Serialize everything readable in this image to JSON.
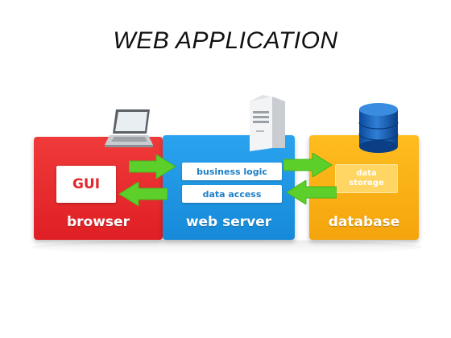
{
  "title": "WEB APPLICATION",
  "diagram": {
    "browser": {
      "label": "browser",
      "gui_label": "GUI",
      "color": "#e2262b"
    },
    "web_server": {
      "label": "web server",
      "business_logic": "business logic",
      "data_access": "data access",
      "color": "#1d8fe0"
    },
    "database": {
      "label": "database",
      "storage_line1": "data",
      "storage_line2": "storage",
      "color": "#f7ac12"
    },
    "arrow_color": "#5ccf2a",
    "icons": [
      "laptop-icon",
      "server-tower-icon",
      "database-cylinder-icon"
    ]
  }
}
